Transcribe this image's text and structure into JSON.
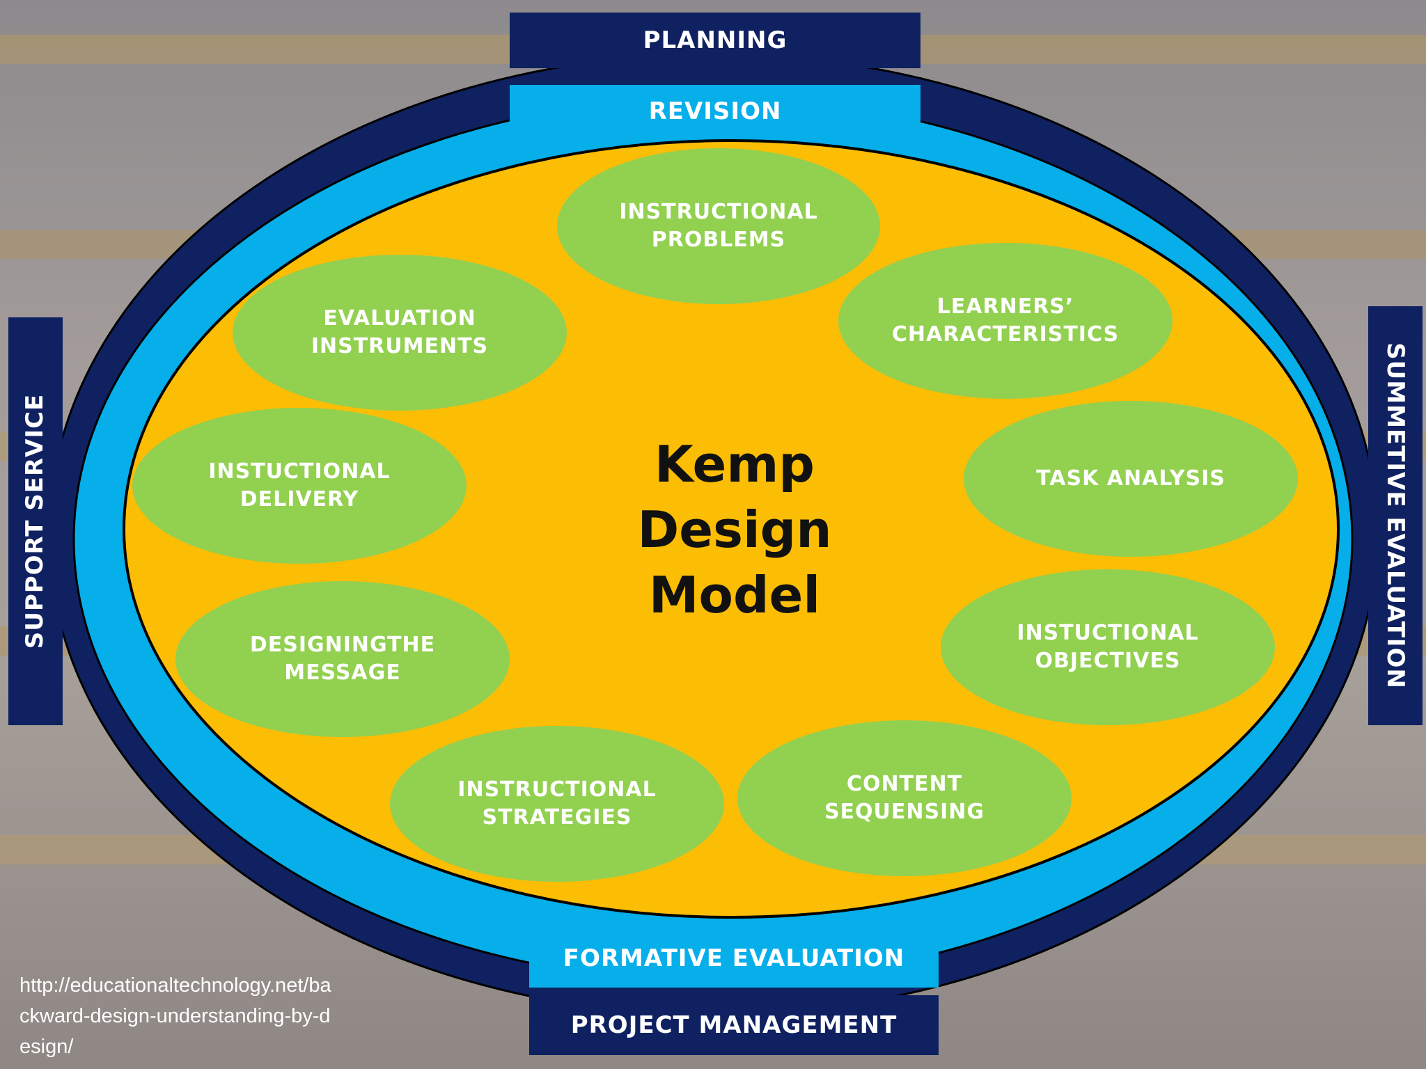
{
  "title": [
    "Kemp",
    "Design",
    "Model"
  ],
  "bands": {
    "planning": "PLANNING",
    "revision": "REVISION",
    "formative_evaluation": "FORMATIVE EVALUATION",
    "project_management": "PROJECT MANAGEMENT",
    "support_service": "SUPPORT SERVICE",
    "summative_evaluation": "SUMMETIVE EVALUATION"
  },
  "nodes": [
    [
      "INSTRUCTIONAL",
      "PROBLEMS"
    ],
    [
      "LEARNERS’",
      "CHARACTERISTICS"
    ],
    [
      "TASK ANALYSIS"
    ],
    [
      "INSTUCTIONAL",
      "OBJECTIVES"
    ],
    [
      "CONTENT",
      "SEQUENSING"
    ],
    [
      "INSTRUCTIONAL",
      "STRATEGIES"
    ],
    [
      "DESIGNINGTHE",
      "MESSAGE"
    ],
    [
      "INSTUCTIONAL",
      "DELIVERY"
    ],
    [
      "EVALUATION",
      "INSTRUMENTS"
    ]
  ],
  "source": "http://educationaltechnology.net/backward-design-understanding-by-design/",
  "colors": {
    "navy": "#0f2160",
    "light_blue": "#06aeea",
    "yellow": "#fcbd05",
    "green": "#92d050"
  }
}
